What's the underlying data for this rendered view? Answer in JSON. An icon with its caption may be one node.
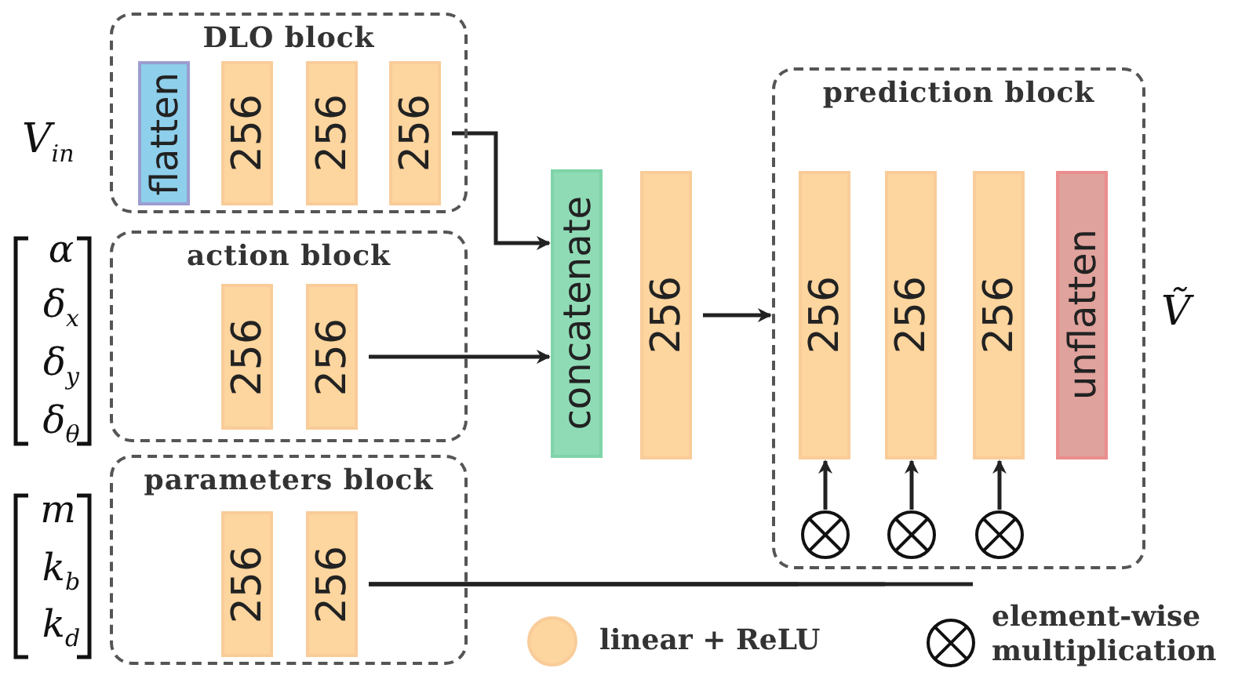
{
  "diagram": {
    "nodes": [
      {
        "text": [
          "DLO block"
        ]
      },
      {
        "text": [
          "flatten"
        ],
        "in": 0
      },
      {
        "text": [
          "256"
        ],
        "in": 0
      },
      {
        "text": [
          "256"
        ],
        "in": 0
      },
      {
        "text": [
          "256"
        ],
        "in": 0
      },
      {
        "text": [
          "action block"
        ]
      },
      {
        "text": [
          "256"
        ],
        "in": 5
      },
      {
        "text": [
          "256"
        ],
        "in": 5
      },
      {
        "text": [
          "parameters block"
        ]
      },
      {
        "text": [
          "256"
        ],
        "in": 8
      },
      {
        "text": [
          "256"
        ],
        "in": 8
      },
      {
        "text": [
          "concatenate"
        ]
      },
      {
        "text": [
          "256"
        ]
      },
      {
        "text": [
          "prediction block"
        ]
      },
      {
        "text": [
          "256"
        ],
        "in": 13
      },
      {
        "text": [
          "256"
        ],
        "in": 13
      },
      {
        "text": [
          "256"
        ],
        "in": 13
      },
      {
        "text": [
          "unflatten"
        ],
        "in": 13
      },
      {
        "text": [],
        "shape": "circle",
        "in": 13
      },
      {
        "text": [],
        "shape": "circle",
        "in": 13
      },
      {
        "text": [],
        "shape": "circle",
        "in": 13
      }
    ],
    "edges": [
      {
        "from": 4,
        "to": 11,
        "arrow": "to"
      },
      {
        "from": 7,
        "to": 11,
        "arrow": "to"
      },
      {
        "from": 12,
        "to": 13,
        "arrow": "to"
      },
      {
        "from": 10,
        "to": 18,
        "arrow": "none"
      },
      {
        "from": 10,
        "to": 19,
        "arrow": "none"
      },
      {
        "from": 10,
        "to": 20,
        "arrow": "none"
      },
      {
        "from": 18,
        "to": 14,
        "arrow": "to"
      },
      {
        "from": 19,
        "to": 15,
        "arrow": "to"
      },
      {
        "from": 20,
        "to": 16,
        "arrow": "to"
      }
    ],
    "labels": [
      "V$_{in}$",
      "α",
      "δ$_{x}$",
      "δ$_{y}$",
      "δ$_{θ}$",
      "m",
      "k$_{b}$",
      "k$_{d}$",
      "Ṽ"
    ],
    "legend": [
      {
        "text": "linear + ReLU",
        "color": "#fdd59e"
      },
      {
        "text": "element-wise multiplication"
      }
    ]
  }
}
